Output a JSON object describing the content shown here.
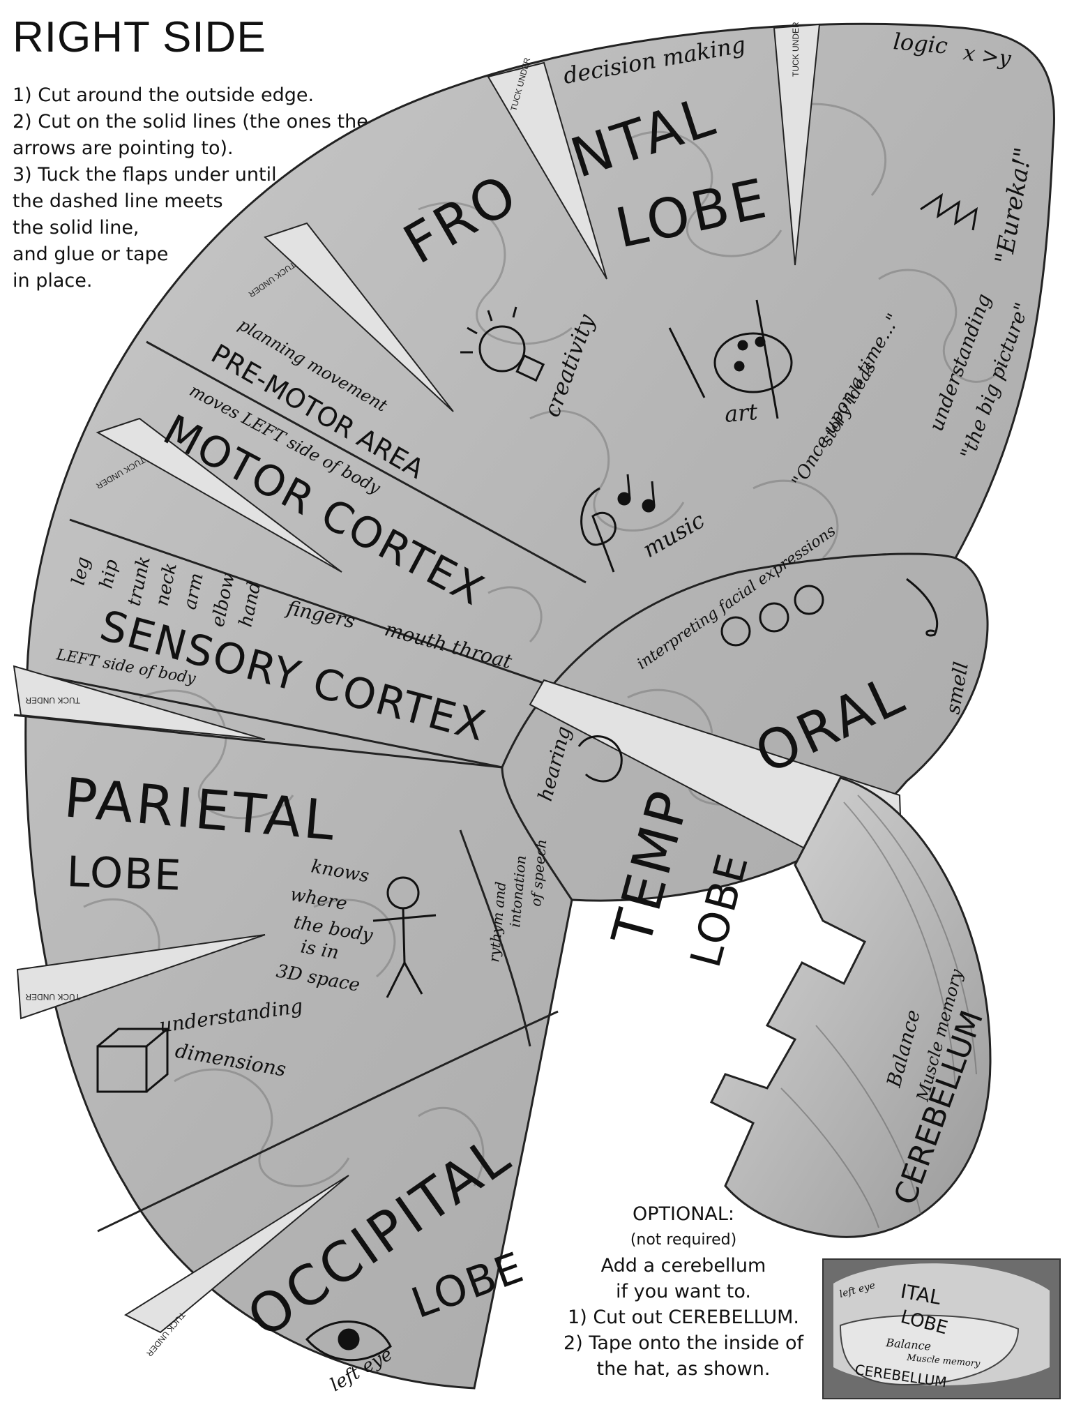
{
  "title": "RIGHT SIDE",
  "instructions": [
    "1) Cut around the outside edge.",
    "2) Cut on the solid lines (the ones the",
    "arrows are pointing to).",
    "3) Tuck the flaps under until",
    "the dashed line meets",
    "the solid line,",
    "and glue or tape",
    "in place."
  ],
  "lobes": {
    "frontal_part1": "FRO",
    "frontal_part2": "NTAL",
    "frontal_part3": "LOBE",
    "premotor": "PRE-MOTOR AREA",
    "motor": "MOTOR CORTEX",
    "sensory": "SENSORY CORTEX",
    "parietal": "PARIETAL",
    "parietal_lobe": "LOBE",
    "temporal_part1": "TEMP",
    "temporal_part2": "ORAL",
    "temporal_lobe": "LOBE",
    "occipital": "OCCIPITAL",
    "occipital_lobe": "LOBE",
    "cerebellum": "CEREBELLUM"
  },
  "annotations": {
    "decision_making": "decision making",
    "logic": "logic",
    "logic_formula": "x >y",
    "eureka": "\"Eureka!\"",
    "creativity": "creativity",
    "art": "art",
    "story_ideas": "story ideas",
    "once_upon": "\"Once upon a time...\"",
    "understanding": "understanding",
    "big_picture": "\"the big picture\"",
    "music": "music",
    "planning_movement": "planning movement",
    "moves_left": "moves LEFT side of body",
    "body_parts": [
      "leg",
      "hip",
      "trunk",
      "neck",
      "arm",
      "elbow",
      "hand"
    ],
    "fingers": "fingers",
    "mouth_throat": "mouth throat",
    "left_side_body": "LEFT side of body",
    "interpreting_faces": "interpreting facial expressions",
    "smell": "smell",
    "hearing": "hearing",
    "rhythm1": "rythym and",
    "rhythm2": "intonation",
    "rhythm3": "of speech",
    "knows1": "knows",
    "knows2": "where",
    "knows3": "the body",
    "knows4": "is in",
    "knows5": "3D space",
    "understanding_dims1": "understanding",
    "understanding_dims2": "dimensions",
    "left_eye": "left eye",
    "balance": "Balance",
    "muscle_memory": "Muscle memory",
    "tuck_under": "TUCK UNDER"
  },
  "optional": [
    "OPTIONAL:",
    "(not required)",
    "Add a cerebellum",
    "if you want to.",
    "1) Cut out CEREBELLUM.",
    "2) Tape onto the inside of",
    "the hat, as shown."
  ],
  "photo_labels": {
    "lobe_fragment": "ITAL",
    "lobe": "LOBE",
    "left_eye": "left eye",
    "balance": "Balance",
    "muscle_memory": "Muscle memory",
    "cerebellum": "CEREBELLUM"
  }
}
